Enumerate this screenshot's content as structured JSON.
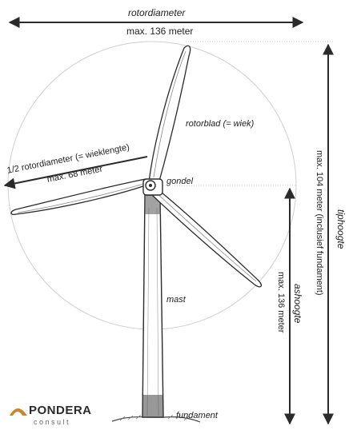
{
  "labels": {
    "rotordiameter": "rotordiameter",
    "rotordiameter_max": "max. 136 meter",
    "half_rotordiameter": "1/2 rotordiameter (= wieklengte)",
    "half_rotordiameter_max": "max. 68 meter",
    "rotorblad": "rotorblad (= wiek)",
    "gondel": "gondel",
    "mast": "mast",
    "fundament": "fundament",
    "ashoogte": "ashoogte",
    "ashoogte_max": "max. 136 meter",
    "tiphoogte": "tiphoogte",
    "tiphoogte_max": "max. 104 meter (inclusief fundament)"
  },
  "logo": {
    "name": "PONDERA",
    "sub": "consult"
  },
  "colors": {
    "line": "#2a2a2a",
    "circle": "#c8c8c8",
    "logo_orange": "#c8872a"
  }
}
